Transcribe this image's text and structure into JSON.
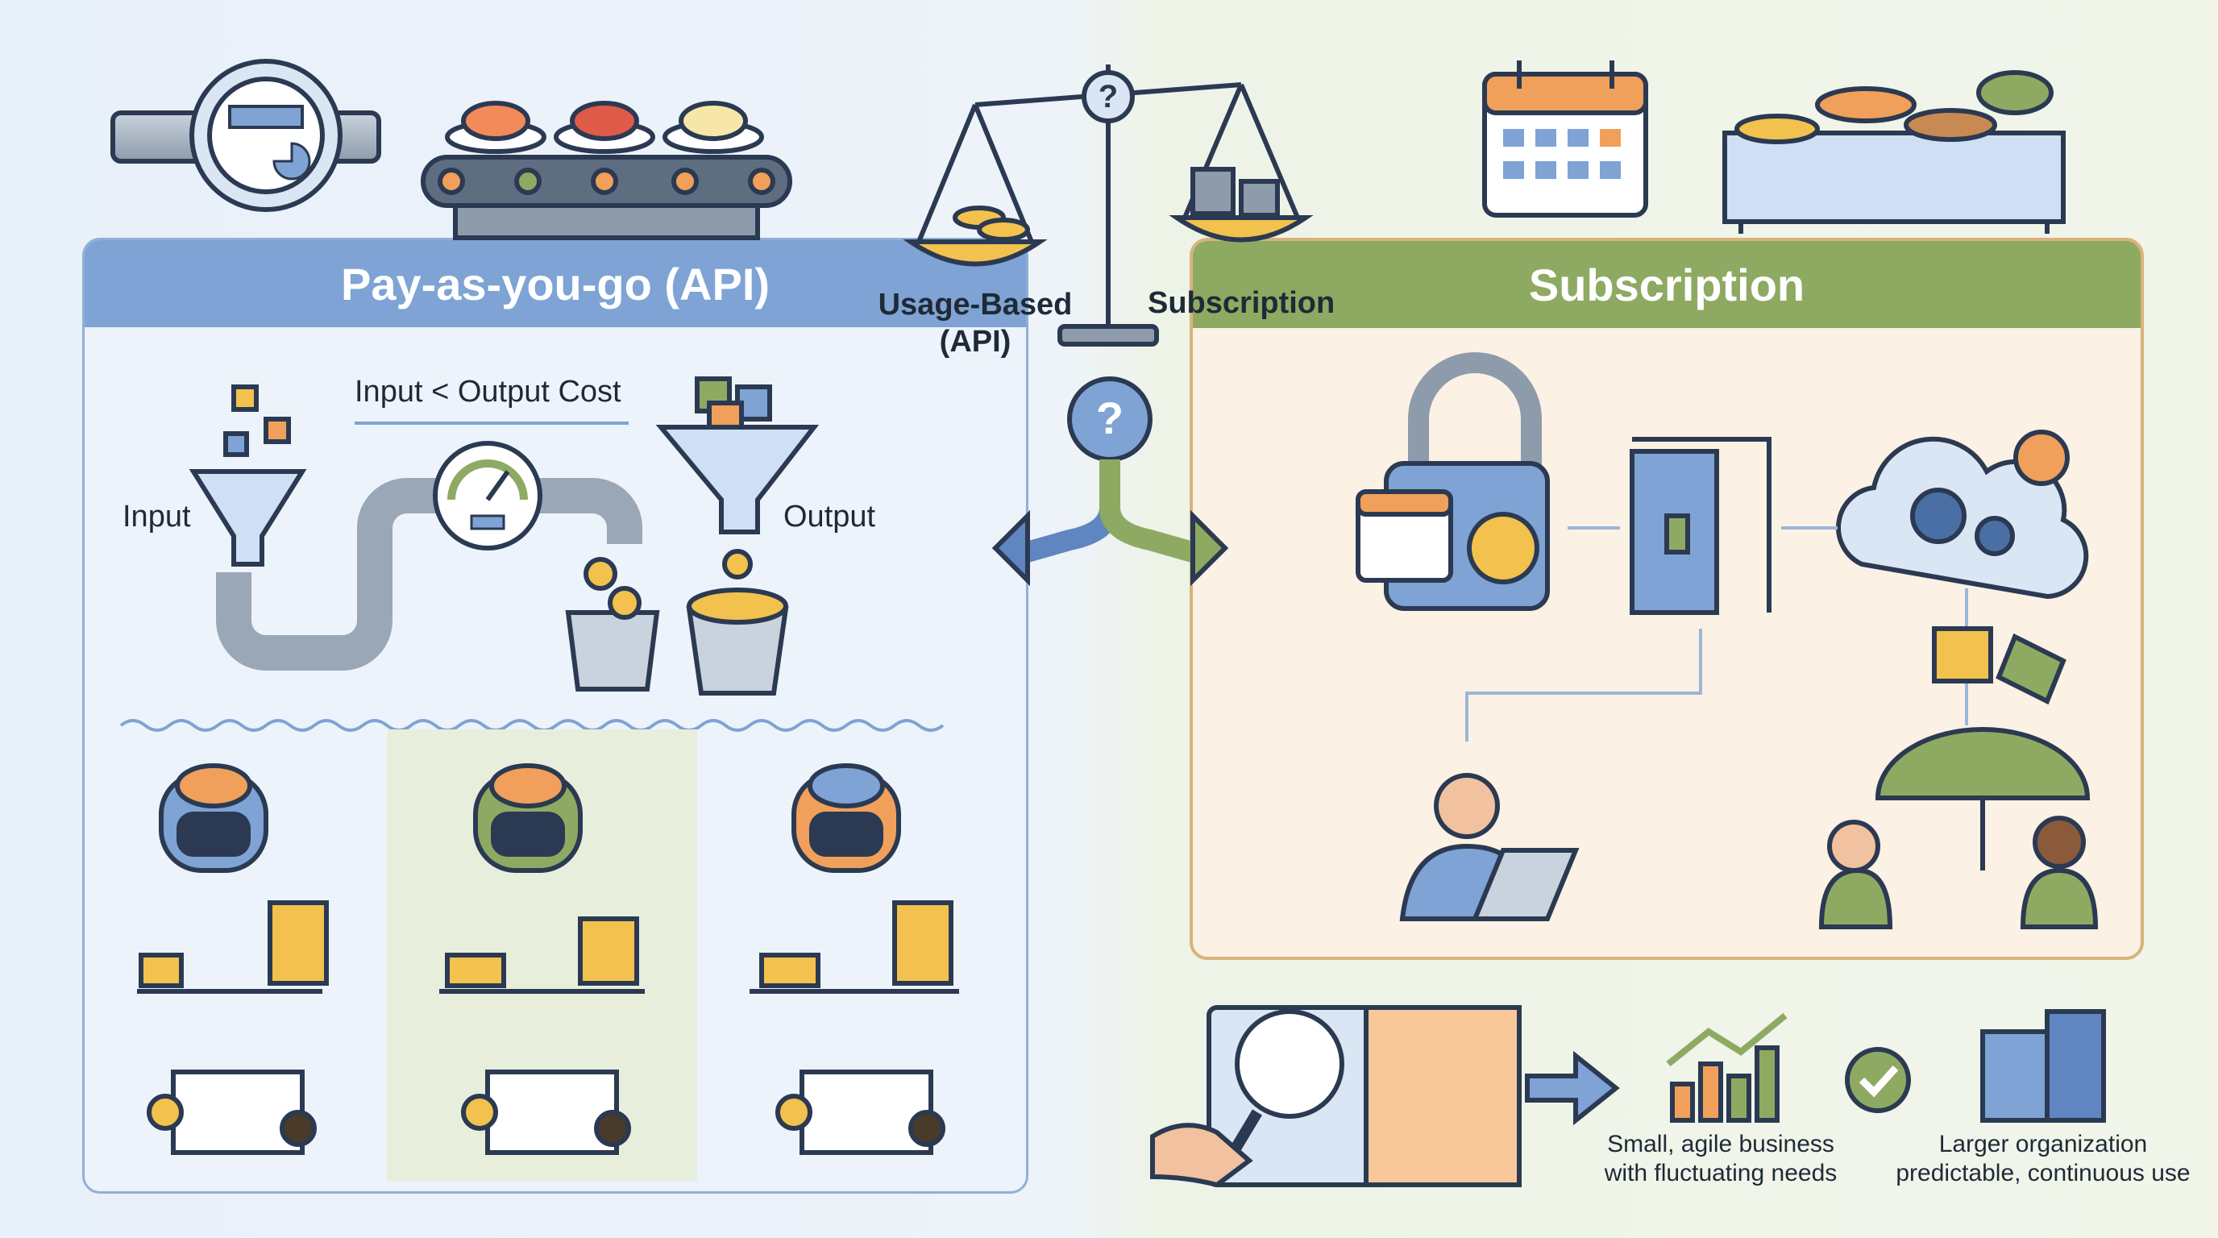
{
  "left_panel": {
    "title": "Pay-as-you-go (API)",
    "input_label": "Input",
    "output_label": "Output",
    "cost_label": "Input < Output Cost"
  },
  "scale": {
    "left_label": "Usage-Based (API)",
    "right_label": "Subscription",
    "question_mark": "?"
  },
  "right_panel": {
    "title": "Subscription"
  },
  "outcomes": {
    "small_business": "Small, agile business with fluctuating needs",
    "large_org": "Larger organization predictable, continuous use"
  },
  "colors": {
    "blue": "#7ea3d4",
    "green": "#8eaa62",
    "orange": "#f0a05a",
    "gold": "#f2c14e",
    "outline": "#2b3a52"
  }
}
